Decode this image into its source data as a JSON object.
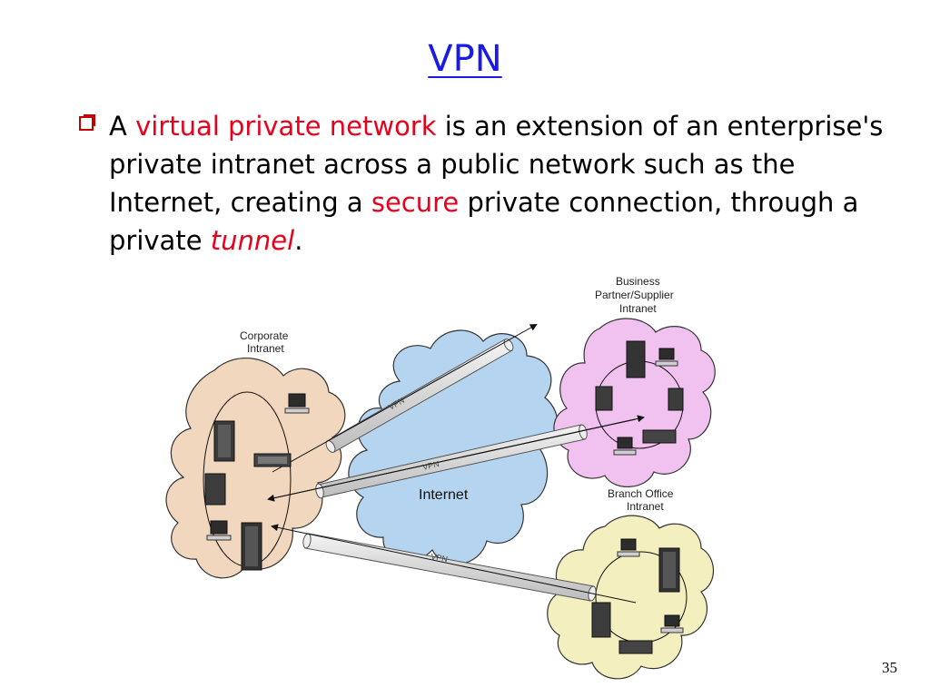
{
  "slide": {
    "title": "VPN",
    "page_number": "35"
  },
  "bullet": {
    "icon": "hollow-square-bullet-icon",
    "t1": "A ",
    "h1": "virtual private network",
    "t2": " is an extension of an enterprise's private intranet across a public network such as the Internet, creating a ",
    "h2": "secure",
    "t3": " private connection, through a private ",
    "h3": "tunnel",
    "t4": ".",
    "highlight_color": "#e8001c"
  },
  "diagram": {
    "corporate_label": [
      "Corporate",
      "Intranet"
    ],
    "internet_label": "Internet",
    "partner_label": [
      "Business",
      "Partner/Supplier",
      "Intranet"
    ],
    "branch_label": [
      "Branch Office",
      "Intranet"
    ],
    "tunnel_label": "VPN",
    "colors": {
      "corporate": "#f1d7bd",
      "internet": "#b5d4ef",
      "partner": "#f1c2ef",
      "branch": "#f3efbe",
      "tunnel": "#e0e0e0"
    }
  }
}
